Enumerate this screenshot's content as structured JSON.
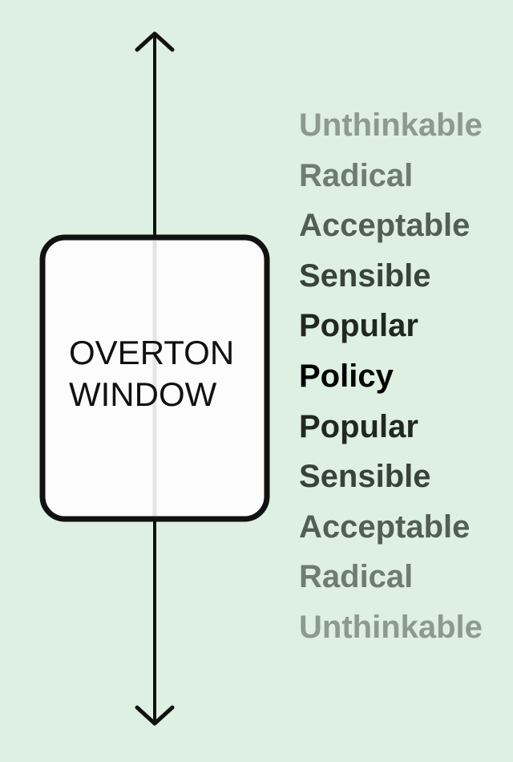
{
  "window_label": {
    "line1": "OVERTON",
    "line2": "WINDOW"
  },
  "scale": [
    {
      "label": "Unthinkable",
      "color": "#8d9a8e"
    },
    {
      "label": "Radical",
      "color": "#6f7c70"
    },
    {
      "label": "Acceptable",
      "color": "#535e54"
    },
    {
      "label": "Sensible",
      "color": "#3a433b"
    },
    {
      "label": "Popular",
      "color": "#212821"
    },
    {
      "label": "Policy",
      "color": "#000000"
    },
    {
      "label": "Popular",
      "color": "#212821"
    },
    {
      "label": "Sensible",
      "color": "#3a433b"
    },
    {
      "label": "Acceptable",
      "color": "#535e54"
    },
    {
      "label": "Radical",
      "color": "#6f7c70"
    },
    {
      "label": "Unthinkable",
      "color": "#8d9a8e"
    }
  ],
  "colors": {
    "background": "#def0e1",
    "stroke": "#111111",
    "window_fill": "#fbfcfb"
  },
  "icons": {
    "top": "arrow-up-icon",
    "bottom": "arrow-down-icon"
  }
}
